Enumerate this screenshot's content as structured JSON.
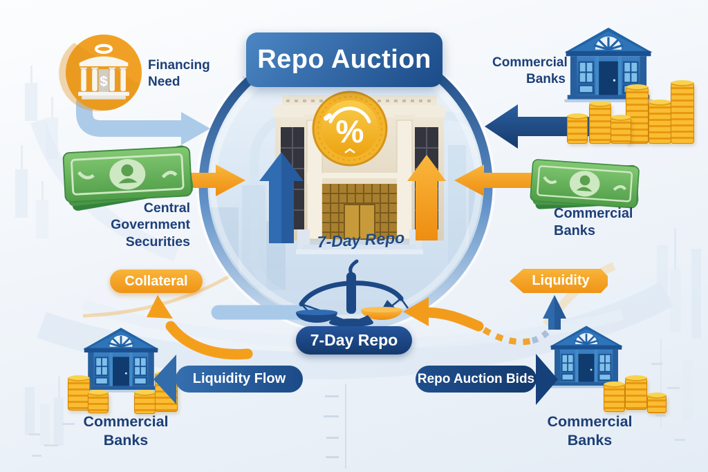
{
  "title": "Repo Auction",
  "center": {
    "coin_percent": "%",
    "caption": "7-Day Repo"
  },
  "labels": {
    "financing_need": "Financing Need",
    "top_right_bank": "Commercial Banks",
    "left_securities": "Central Government Securities",
    "right_banks": "Commercial Banks",
    "bottom_left_bank": "Commercial Banks",
    "bottom_right_bank": "Commercial Banks"
  },
  "pills": {
    "collateral": "Collateral",
    "liquidity": "Liquidity",
    "repo_term": "7-Day Repo"
  },
  "banners": {
    "liquidity_flow": "Liquidity Flow",
    "repo_auction_bids": "Repo Auction Bids"
  },
  "icons": {
    "financing_need": "bank-dollar-icon",
    "central_bank": "central-bank-building-icon",
    "rate_coin": "percent-coin-icon",
    "commercial_bank": "bank-building-icon",
    "money": "banknotes-icon",
    "coins": "coin-stack-icon",
    "balance": "balance-scale-icon",
    "dollar_glyph": "$"
  },
  "colors": {
    "navy": "#1c4886",
    "blue": "#2f6cb2",
    "light_blue": "#a9c9e9",
    "orange": "#f49a1d",
    "gold": "#f2b01f",
    "green": "#54a04b",
    "label_text": "#1d3f78",
    "background": "#f1f5fa"
  }
}
